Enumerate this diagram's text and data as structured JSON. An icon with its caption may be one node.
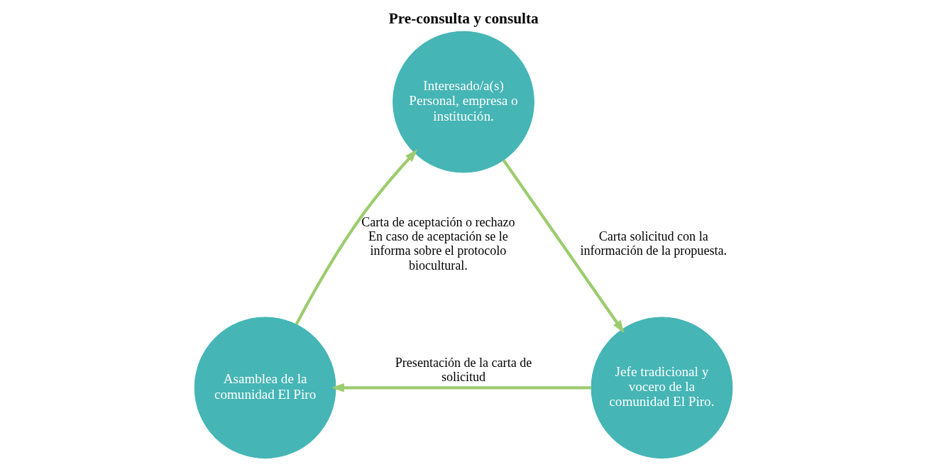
{
  "diagram": {
    "title": "Pre-consulta y consulta",
    "nodes": [
      {
        "text": [
          "Interesado/a(s)",
          "Personal, empresa o institución."
        ]
      },
      {
        "text": [
          "Jefe tradicional y vocero de la comunidad El Piro."
        ]
      },
      {
        "text": [
          "Asamblea de la comunidad El Piro"
        ]
      }
    ],
    "edges": [
      {
        "from": 0,
        "to": 1,
        "arrow": "to",
        "label": "Carta solicitud con la información de la propuesta."
      },
      {
        "from": 1,
        "to": 2,
        "arrow": "to",
        "label": "Presentación de la carta de solicitud"
      },
      {
        "from": 2,
        "to": 0,
        "arrow": "to",
        "label": "Carta de aceptación o rechazo En caso de aceptación se le informa sobre el protocolo biocultural."
      }
    ]
  }
}
